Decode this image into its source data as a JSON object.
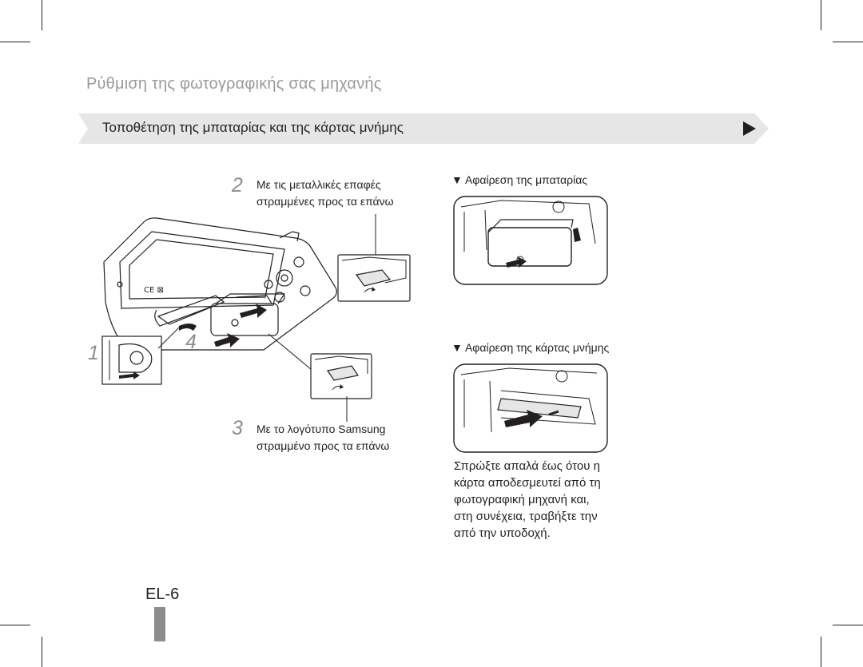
{
  "header": {
    "section_title": "Ρύθμιση της φωτογραφικής σας μηχανής",
    "subsection_title": "Τοποθέτηση της μπαταρίας και της κάρτας μνήμης",
    "arrow_icon": "play-triangle-icon"
  },
  "steps": {
    "step1": {
      "number": "1"
    },
    "step2": {
      "number": "2",
      "line1": "Με τις μεταλλικές επαφές",
      "line2": "στραμμένες προς τα επάνω"
    },
    "step3": {
      "number": "3",
      "line1": "Με το λογότυπο Samsung",
      "line2": "στραμμένο προς τα επάνω"
    },
    "step4": {
      "number": "4"
    }
  },
  "removal": {
    "battery_caption": "▼ Αφαίρεση της μπαταρίας",
    "card_caption": "▼ Αφαίρεση της κάρτας μνήμης",
    "instructions": [
      "Σπρώξτε απαλά έως ότου η",
      "κάρτα αποδεσμευτεί από τη",
      "φωτογραφική μηχανή και,",
      "στη συνέχεια, τραβήξτε την",
      "από την υποδοχή."
    ]
  },
  "footer": {
    "page_number": "EL-6"
  },
  "colors": {
    "heading_gray": "#9a9a9a",
    "banner_gray": "#e6e6e6",
    "text": "#231f20",
    "tab_gray": "#8d8d8d"
  }
}
